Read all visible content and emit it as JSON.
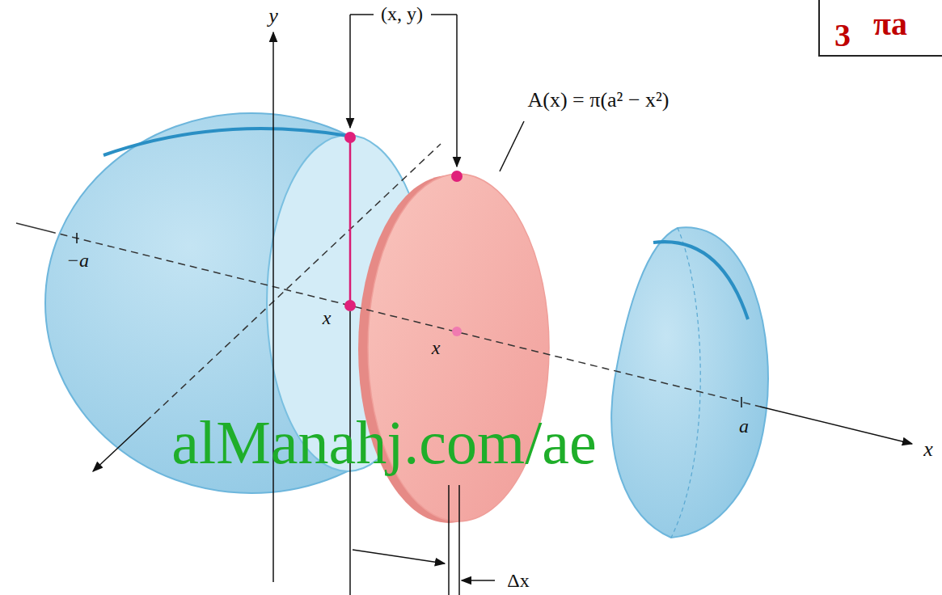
{
  "diagram": {
    "nodes": [
      {
        "text": [
          "3",
          "πa"
        ]
      }
    ],
    "labels": [
      "y",
      "(x, y)",
      "A(x) = π(a² − x²)",
      "−a",
      "x",
      "x",
      "a",
      "x",
      "Δx",
      "alManahj.com/ae"
    ]
  }
}
